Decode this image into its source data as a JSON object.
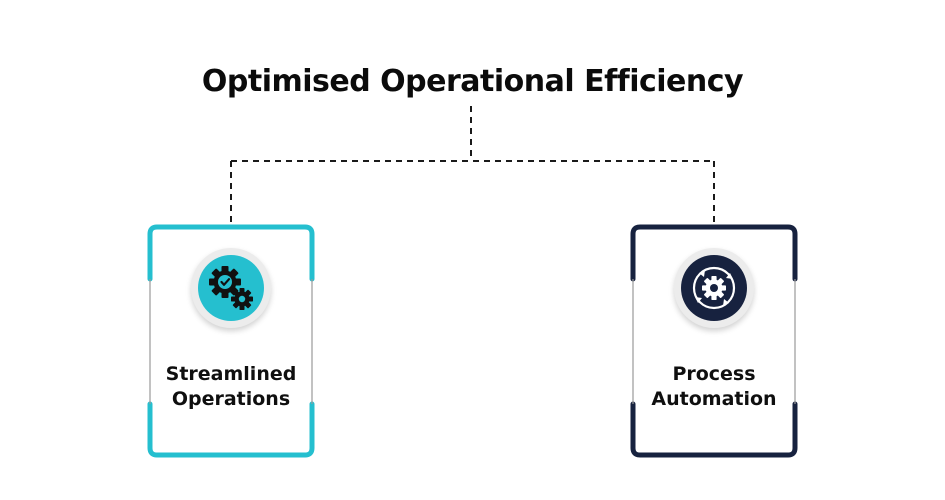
{
  "diagram": {
    "title": "Optimised Operational Efficiency",
    "nodes": [
      {
        "label_line1": "Streamlined",
        "label_line2": "Operations",
        "icon": "gears-check-icon",
        "accent": "#25bfcf",
        "icon_bg": "#25bfcf"
      },
      {
        "label_line1": "Process",
        "label_line2": "Automation",
        "icon": "gear-cycle-icon",
        "accent": "#17223f",
        "icon_bg": "#17223f"
      }
    ],
    "colors": {
      "connector": "#1a1a1a",
      "side_line": "#9a9a9a",
      "icon_ring": "#ececec"
    }
  }
}
